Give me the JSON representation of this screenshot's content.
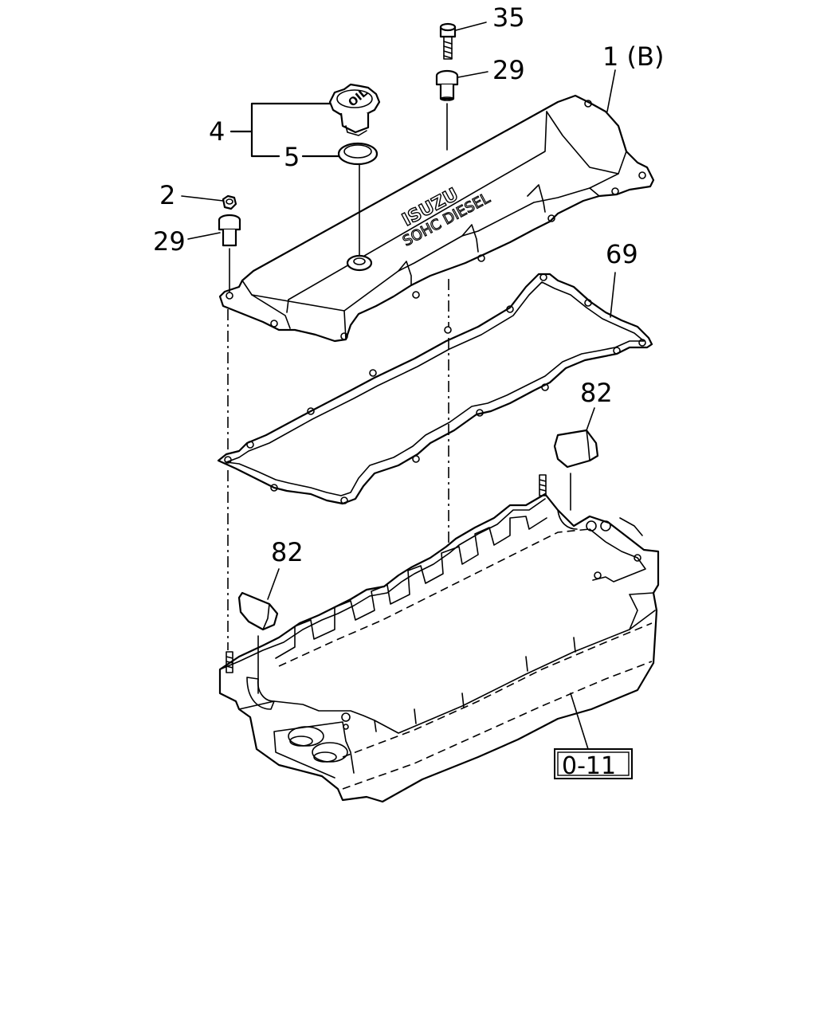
{
  "labels": {
    "p35": "35",
    "p29_top": "29",
    "p1b": "1 (B)",
    "p4": "4",
    "p5": "5",
    "p2": "2",
    "p29_left": "29",
    "p69": "69",
    "p82_right": "82",
    "p82_left": "82",
    "ref_box": "0-11"
  },
  "cover_text": {
    "brand": "ISUZU",
    "sub": "SOHC DIESEL"
  },
  "cap_text": "OIL"
}
